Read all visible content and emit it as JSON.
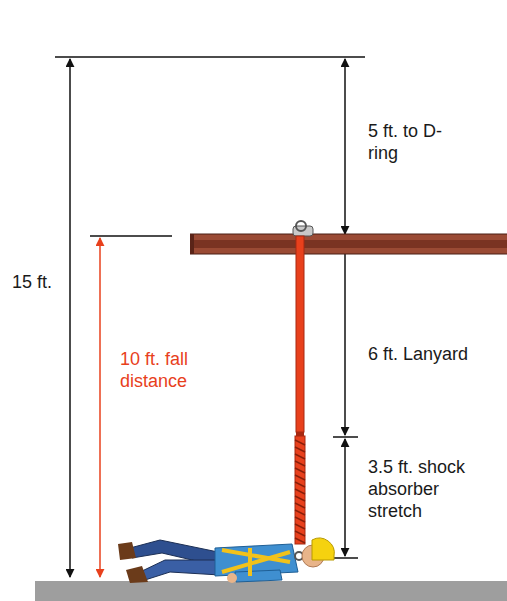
{
  "diagram": {
    "labels": [
      "15 ft.",
      "10 ft. fall distance",
      "5 ft. to D-ring",
      "6 ft. Lanyard",
      "3.5 ft. shock absorber stretch"
    ]
  }
}
